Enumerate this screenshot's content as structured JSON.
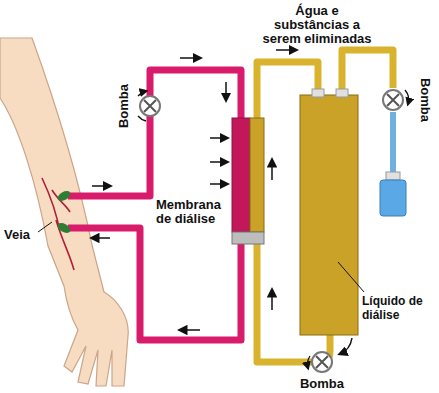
{
  "diagram": {
    "labels": [
      "Água e substâncias a serem eliminadas",
      "Bomba",
      "Bomba",
      "Veia",
      "Membrana de diálise",
      "Líquido de diálise",
      "Bomba"
    ]
  }
}
